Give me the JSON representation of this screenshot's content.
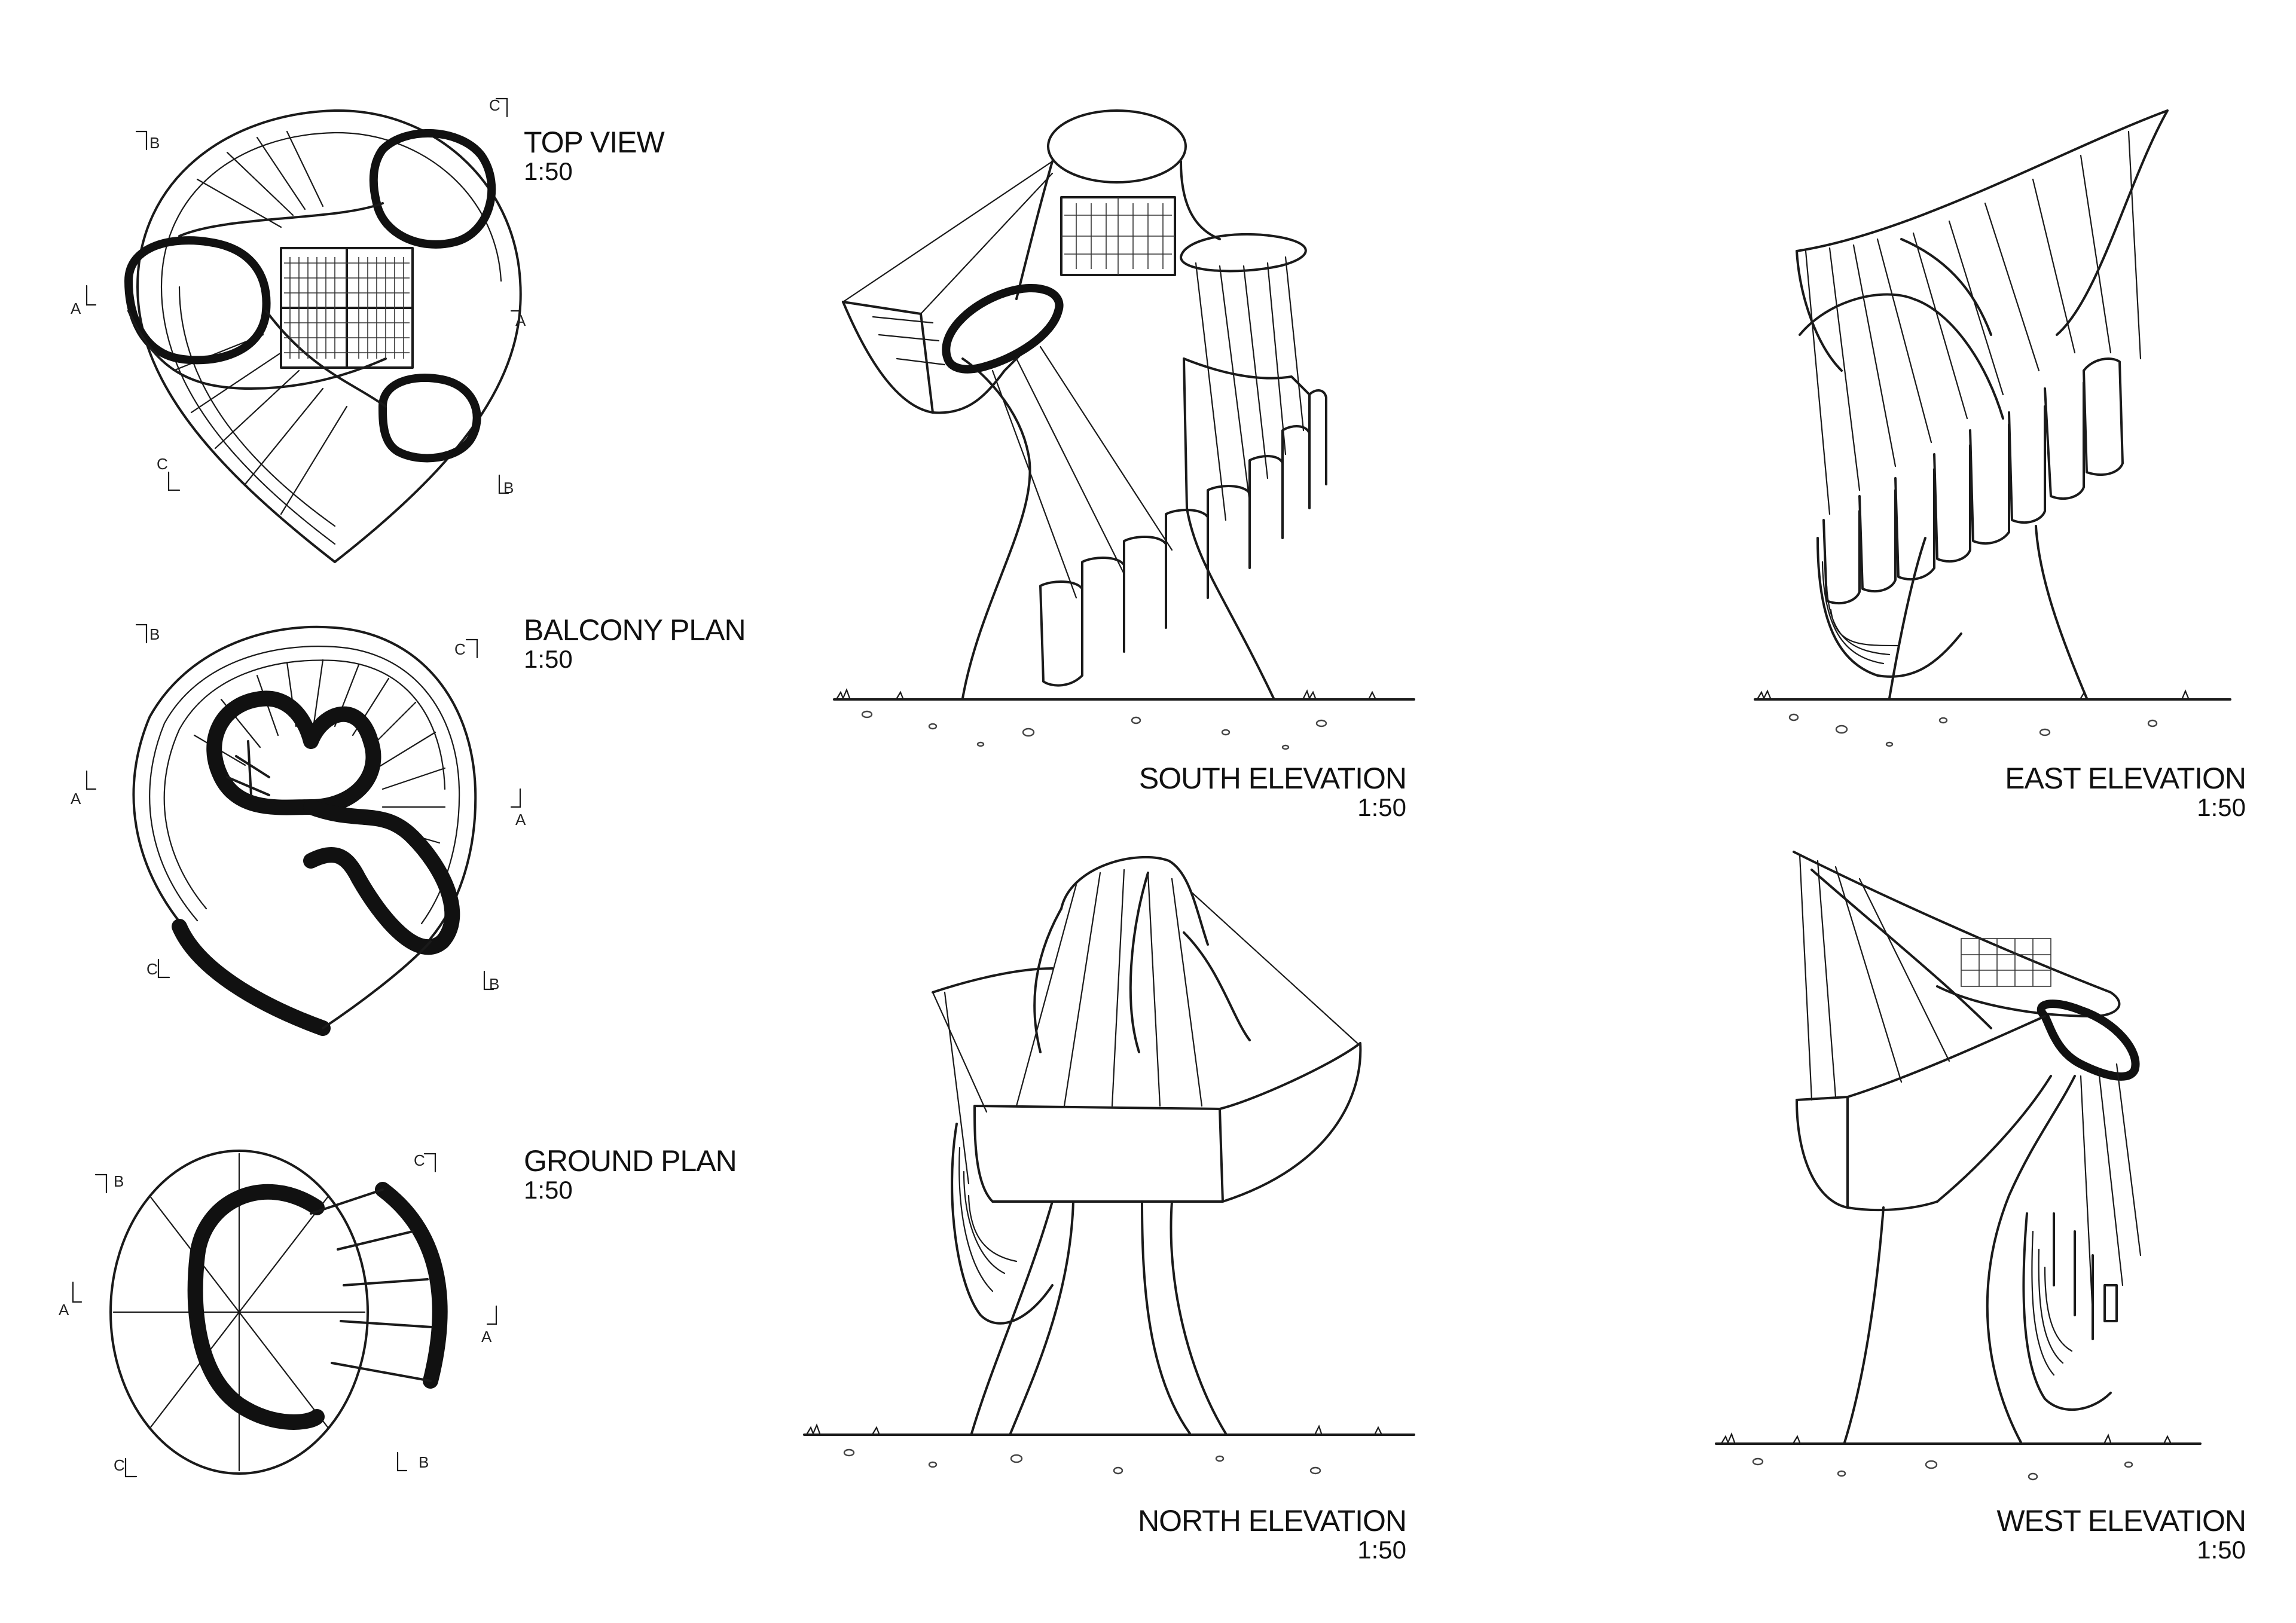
{
  "sheet": {
    "views": [
      {
        "id": "top-view",
        "title": "TOP VIEW",
        "scale": "1:50"
      },
      {
        "id": "balcony-plan",
        "title": "BALCONY PLAN",
        "scale": "1:50"
      },
      {
        "id": "ground-plan",
        "title": "GROUND PLAN",
        "scale": "1:50"
      },
      {
        "id": "south-elevation",
        "title": "SOUTH ELEVATION",
        "scale": "1:50"
      },
      {
        "id": "east-elevation",
        "title": "EAST ELEVATION",
        "scale": "1:50"
      },
      {
        "id": "north-elevation",
        "title": "NORTH ELEVATION",
        "scale": "1:50"
      },
      {
        "id": "west-elevation",
        "title": "WEST ELEVATION",
        "scale": "1:50"
      }
    ],
    "section_marks": {
      "a": "A",
      "b": "B",
      "c": "C"
    }
  }
}
